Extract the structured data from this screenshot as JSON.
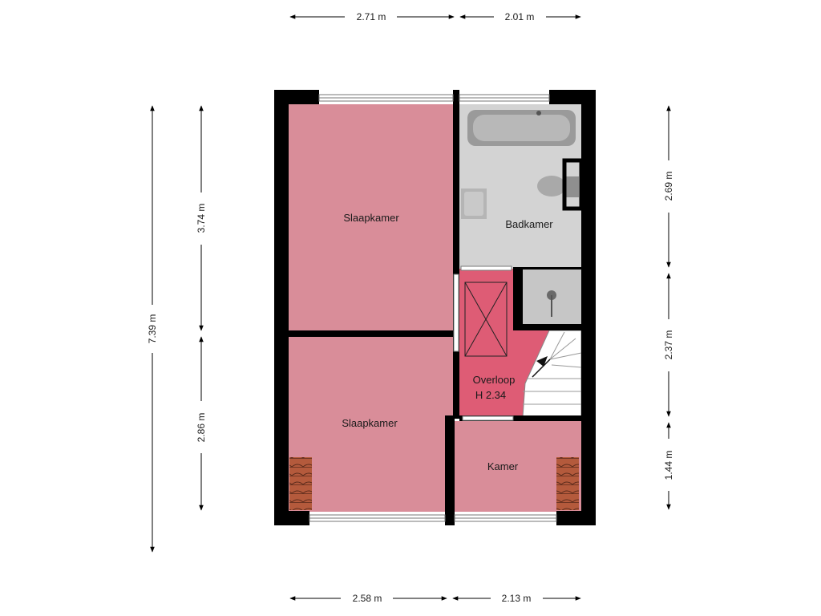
{
  "rooms": {
    "slaapkamer_top": "Slaapkamer",
    "slaapkamer_bottom": "Slaapkamer",
    "badkamer": "Badkamer",
    "overloop": "Overloop",
    "overloop_height": "H 2.34",
    "kamer": "Kamer"
  },
  "dimensions": {
    "top": [
      "2.71 m",
      "2.01 m"
    ],
    "bottom": [
      "2.58 m",
      "2.13 m"
    ],
    "left_total": "7.39 m",
    "left_inner": [
      "3.74 m",
      "2.86 m"
    ],
    "right": [
      "2.69 m",
      "2.37 m",
      "1.44 m"
    ]
  },
  "colors": {
    "bedroom": "#d98d99",
    "overloop": "#de5c75",
    "bathroom": "#d3d3d3",
    "wall": "#000000",
    "roof_tiles": "#b45a3c"
  }
}
